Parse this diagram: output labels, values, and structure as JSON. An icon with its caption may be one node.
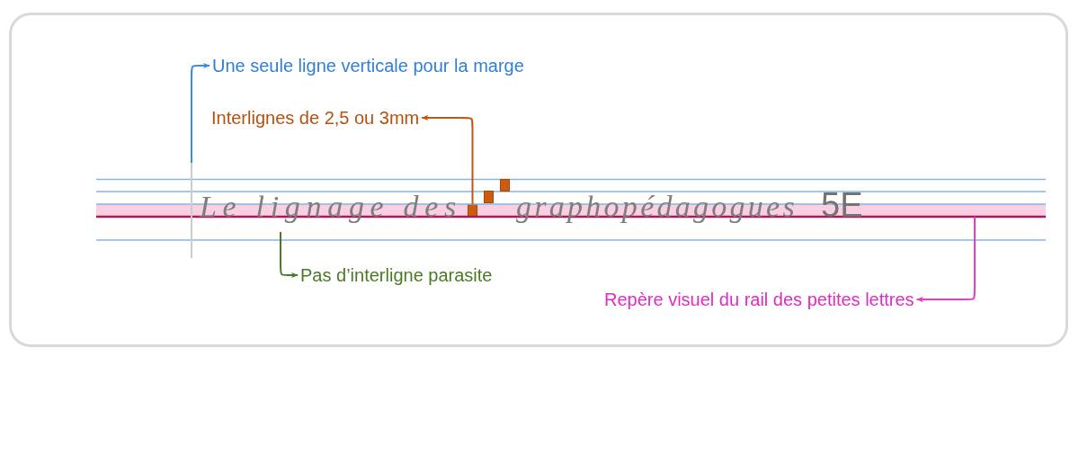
{
  "diagram": {
    "nodes": [
      {
        "text": [
          "Une seule ligne verticale pour la marge"
        ]
      },
      {
        "text": [],
        "shape": "bar"
      },
      {
        "text": [
          "Interlignes de 2,5 ou 3mm"
        ]
      },
      {
        "text": [],
        "shape": "box",
        "in": 6
      },
      {
        "text": [
          "Pas d’interligne parasite"
        ]
      },
      {
        "text": [
          "Repère visuel du rail des petites lettres"
        ]
      },
      {
        "text": [],
        "shape": "bar"
      }
    ],
    "edges": [
      {
        "from": 1,
        "to": 0,
        "arrow": "to",
        "color": "#3a8de0"
      },
      {
        "from": 3,
        "to": 2,
        "arrow": "to",
        "color": "#c0560f"
      },
      {
        "from": null,
        "to": 4,
        "arrow": "to",
        "color": "#4b7a23"
      },
      {
        "from": 6,
        "to": 5,
        "arrow": "to",
        "color": "#e23cc8"
      }
    ],
    "labels": [
      "Le lignage des",
      "graphopédagogues",
      "5E"
    ]
  }
}
